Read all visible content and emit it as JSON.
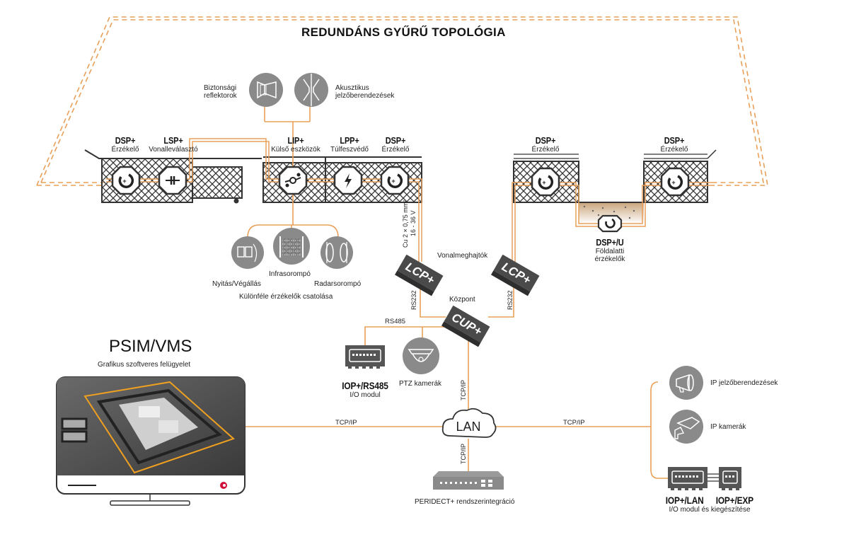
{
  "title": "REDUNDÁNS GYŰRŰ TOPOLÓGIA",
  "colors": {
    "accent": "#e8a05a",
    "device": "#555555",
    "icon_circle": "#8a8a8a",
    "text": "#111111"
  },
  "top_devices": [
    {
      "id": "dsp1",
      "name": "DSP+",
      "desc": "Érzékelő",
      "icon": "sensor-icon"
    },
    {
      "id": "lsp",
      "name": "LSP+",
      "desc": "Vonalleválasztó",
      "icon": "isolator-icon"
    },
    {
      "id": "lip",
      "name": "LIP+",
      "desc": "Külső eszközök",
      "icon": "external-devices-icon"
    },
    {
      "id": "lpp",
      "name": "LPP+",
      "desc": "Túlfeszvédő",
      "icon": "lightning-icon"
    },
    {
      "id": "dsp2",
      "name": "DSP+",
      "desc": "Érzékelő",
      "icon": "sensor-icon"
    },
    {
      "id": "dsp3",
      "name": "DSP+",
      "desc": "Érzékelő",
      "icon": "sensor-icon"
    },
    {
      "id": "dsp4",
      "name": "DSP+",
      "desc": "Érzékelő",
      "icon": "sensor-icon"
    }
  ],
  "outputs": [
    {
      "label": "Biztonsági\nreflektorok",
      "line1": "Biztonsági",
      "line2": "reflektorok",
      "icon": "floodlight-icon"
    },
    {
      "label": "Akusztikus jelzőberendezések",
      "line1": "Akusztikus",
      "line2": "jelzőberendezések",
      "icon": "siren-icon"
    }
  ],
  "inputs": {
    "items": [
      {
        "label": "Nyitás/Végállás",
        "icon": "door-contact-icon"
      },
      {
        "label": "Infrasorompó",
        "icon": "infrared-barrier-icon"
      },
      {
        "label": "Radarsorompó",
        "icon": "radar-barrier-icon"
      }
    ],
    "caption": "Különféle érzékelők csatolása"
  },
  "underground": {
    "name": "DSP+/U",
    "desc_line1": "Földalatti",
    "desc_line2": "érzékelők"
  },
  "cable": {
    "line1": "Cu 2 × 0,75 mm²",
    "line2": "16 - 36 V"
  },
  "line_drivers": {
    "label": "Vonalmeghajtók",
    "device": "LCP+"
  },
  "central": {
    "label": "Központ",
    "device": "CUP+"
  },
  "links": {
    "rs232": "RS232",
    "rs485": "RS485",
    "tcpip": "TCP/IP"
  },
  "rs485_devices": [
    {
      "name": "IOP+/RS485",
      "desc": "I/O modul",
      "icon": "io-module-icon"
    },
    {
      "name": "PTZ kamerák",
      "icon": "dome-camera-icon"
    }
  ],
  "lan": {
    "label": "LAN"
  },
  "integration": {
    "label": "PERIDECT+ rendszerintegráció"
  },
  "psim": {
    "title": "PSIM/VMS",
    "subtitle": "Grafikus szoftveres felügyelet"
  },
  "ip_devices": [
    {
      "label": "IP jelzőberendezések",
      "icon": "megaphone-icon"
    },
    {
      "label": "IP kamerák",
      "icon": "cctv-camera-icon"
    }
  ],
  "iop_lan": {
    "name1": "IOP+/LAN",
    "name2": "IOP+/EXP",
    "desc": "I/O modul és kiegészítése"
  }
}
